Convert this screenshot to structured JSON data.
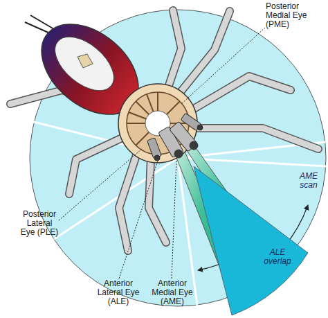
{
  "diagram": {
    "nodes": [
      {
        "text": [
          "ALE overlap"
        ]
      }
    ],
    "labels": [
      "Posterior Medial Eye (PME)",
      "Posterior Lateral Eye (PLE)",
      "Anterior Lateral Eye (ALE)",
      "Anterior Medial Eye (AME)",
      "AME scan"
    ]
  }
}
